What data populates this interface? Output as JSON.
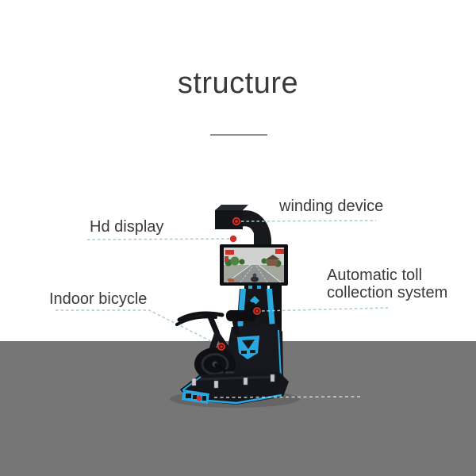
{
  "title": {
    "text": "structure"
  },
  "labels": {
    "winding_device": "winding device",
    "hd_display": "Hd display",
    "indoor_bicycle": "Indoor bicycle",
    "toll_line1": "Automatic toll",
    "toll_line2": "collection system"
  },
  "figure": {
    "subject": "vr-bicycle-simulator",
    "screen_scene": "cycling-road-racing-game"
  },
  "colors": {
    "accent_blue": "#2aa9e0",
    "marker_red": "#cf3227",
    "leader_line": "#a9cec6",
    "floor": "#767676",
    "text": "#3a3a3a"
  }
}
